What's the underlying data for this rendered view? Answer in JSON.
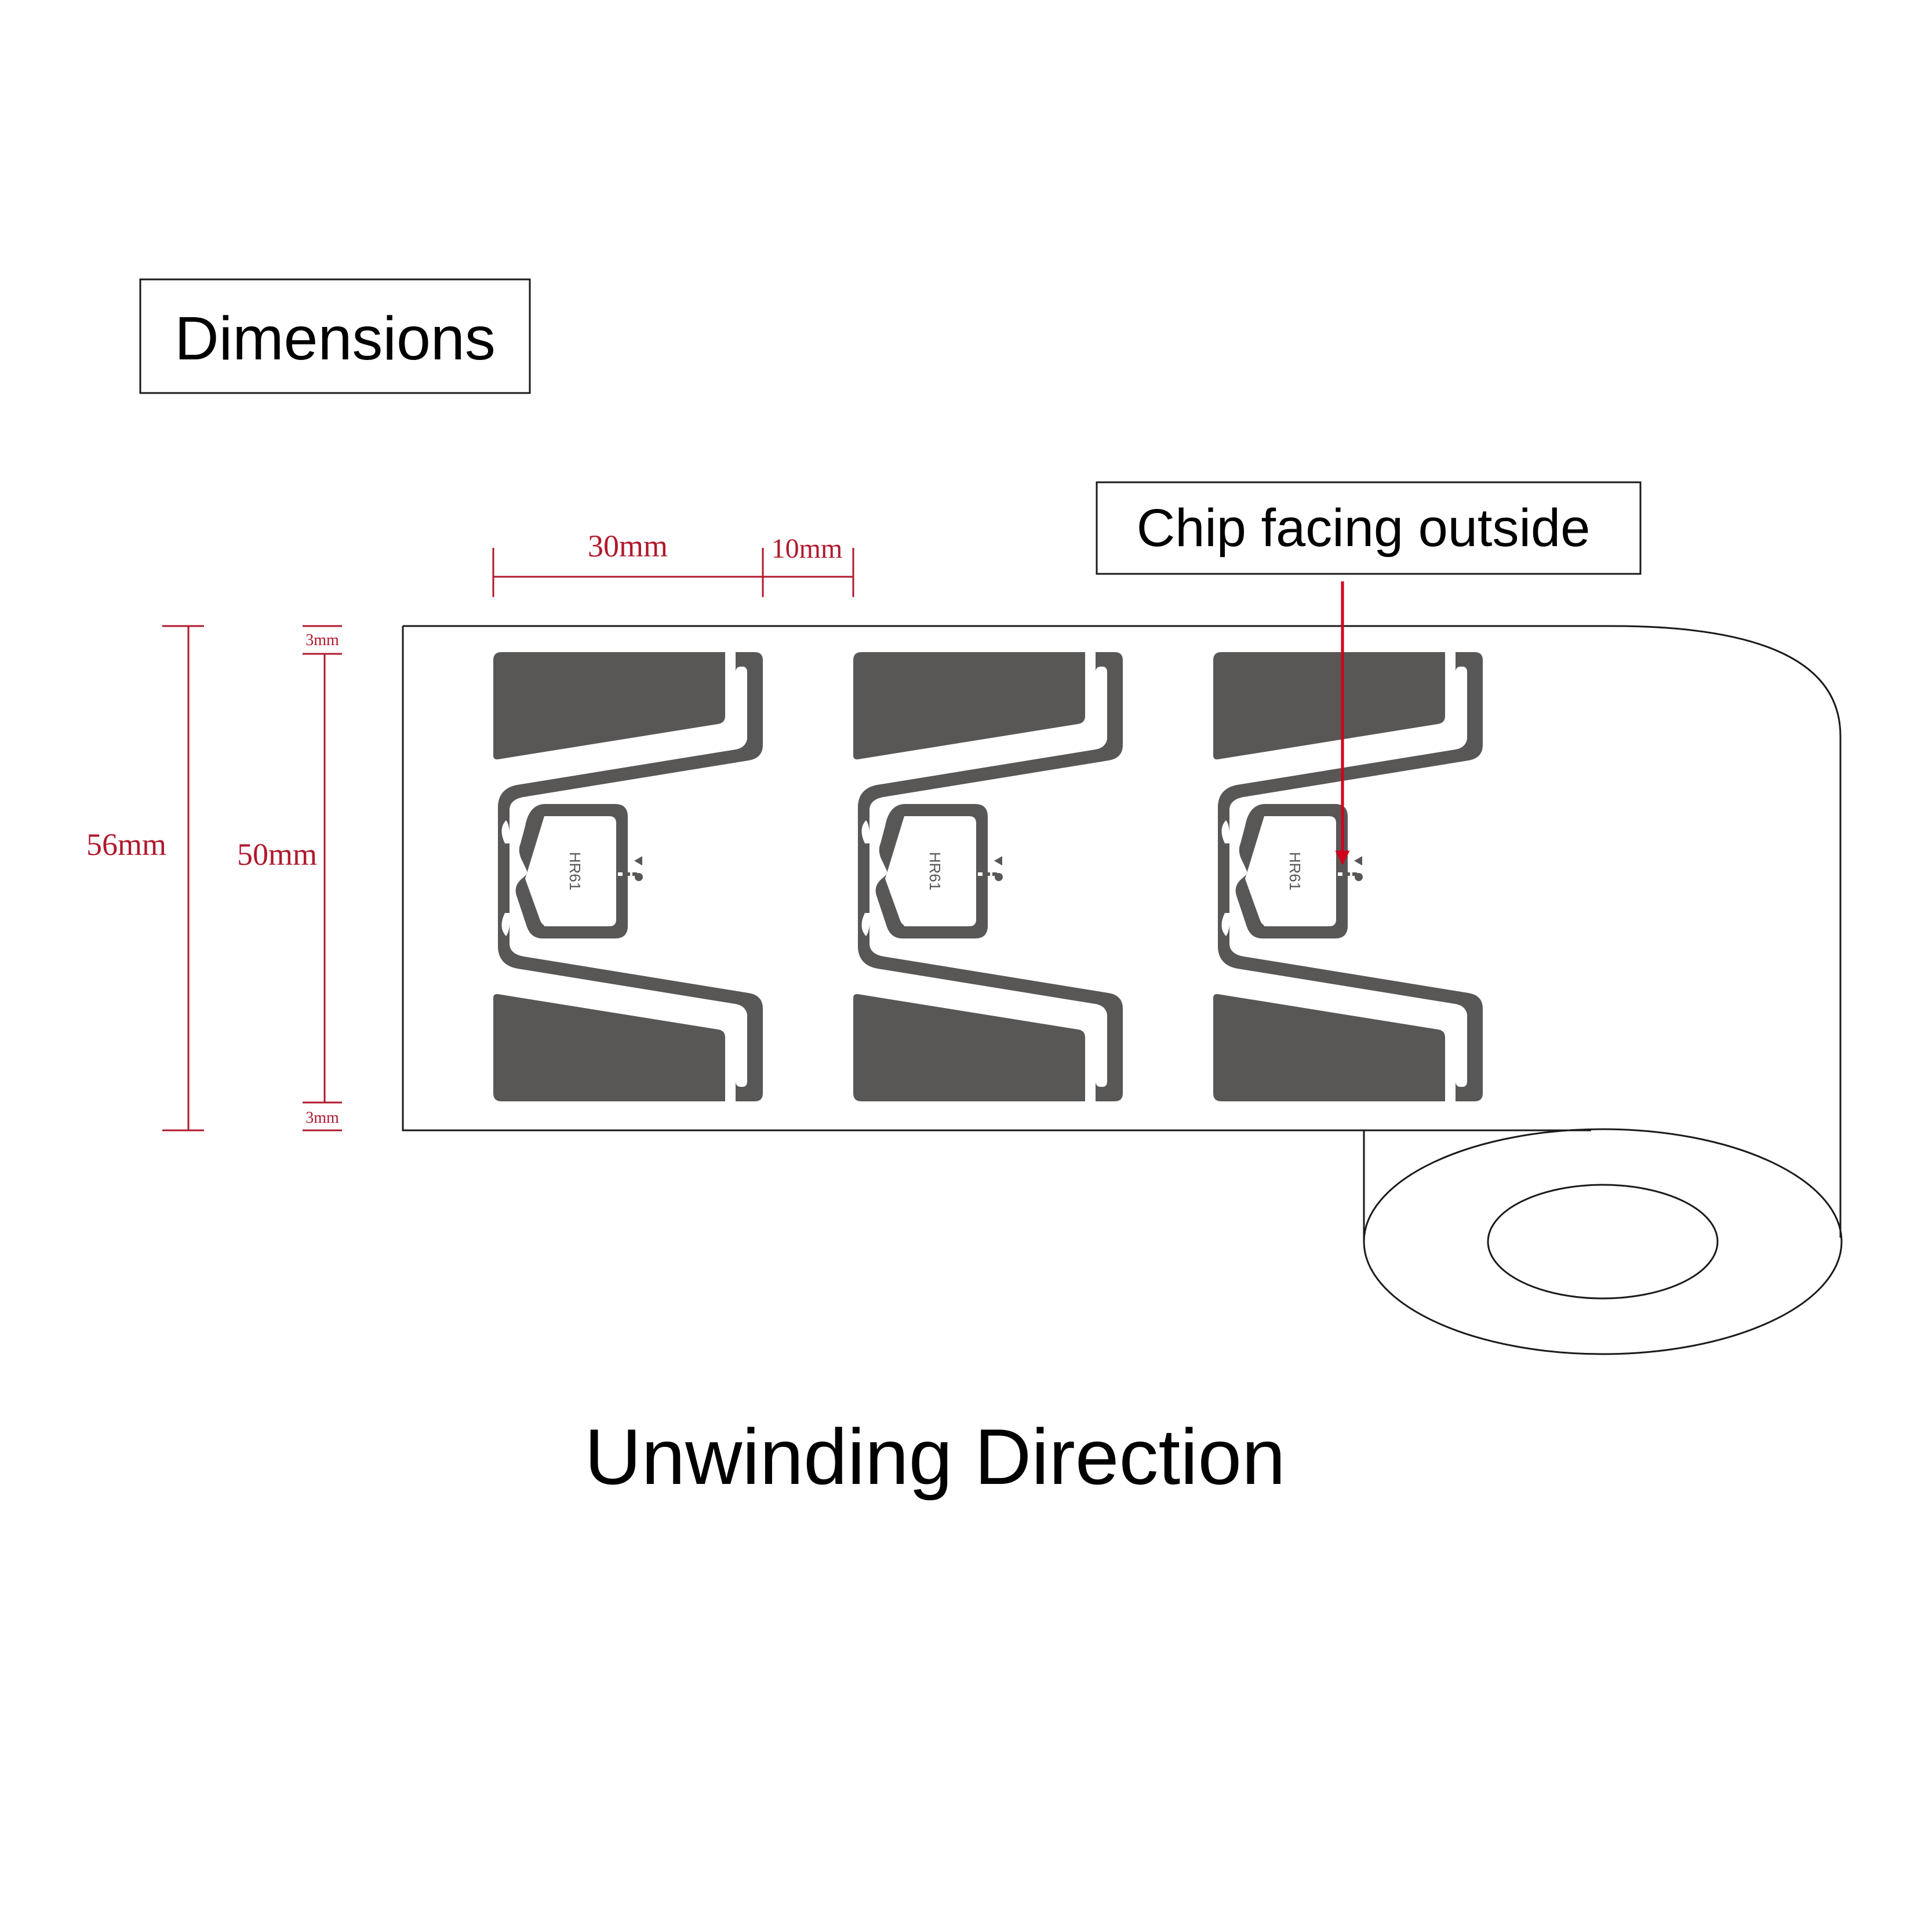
{
  "title": "Dimensions",
  "callout": "Chip facing outside",
  "direction_label": "Unwinding Direction",
  "chip_label": "HR61",
  "dimensions": {
    "label_width": "30mm",
    "label_gap": "10mm",
    "liner_height": "56mm",
    "label_height": "50mm",
    "margin_top": "3mm",
    "margin_bottom": "3mm"
  },
  "colors": {
    "dimension": "#b0192d",
    "arrow": "#d0021b",
    "antenna": "#595756",
    "outline": "#1a1a1a",
    "text": "#000000"
  }
}
